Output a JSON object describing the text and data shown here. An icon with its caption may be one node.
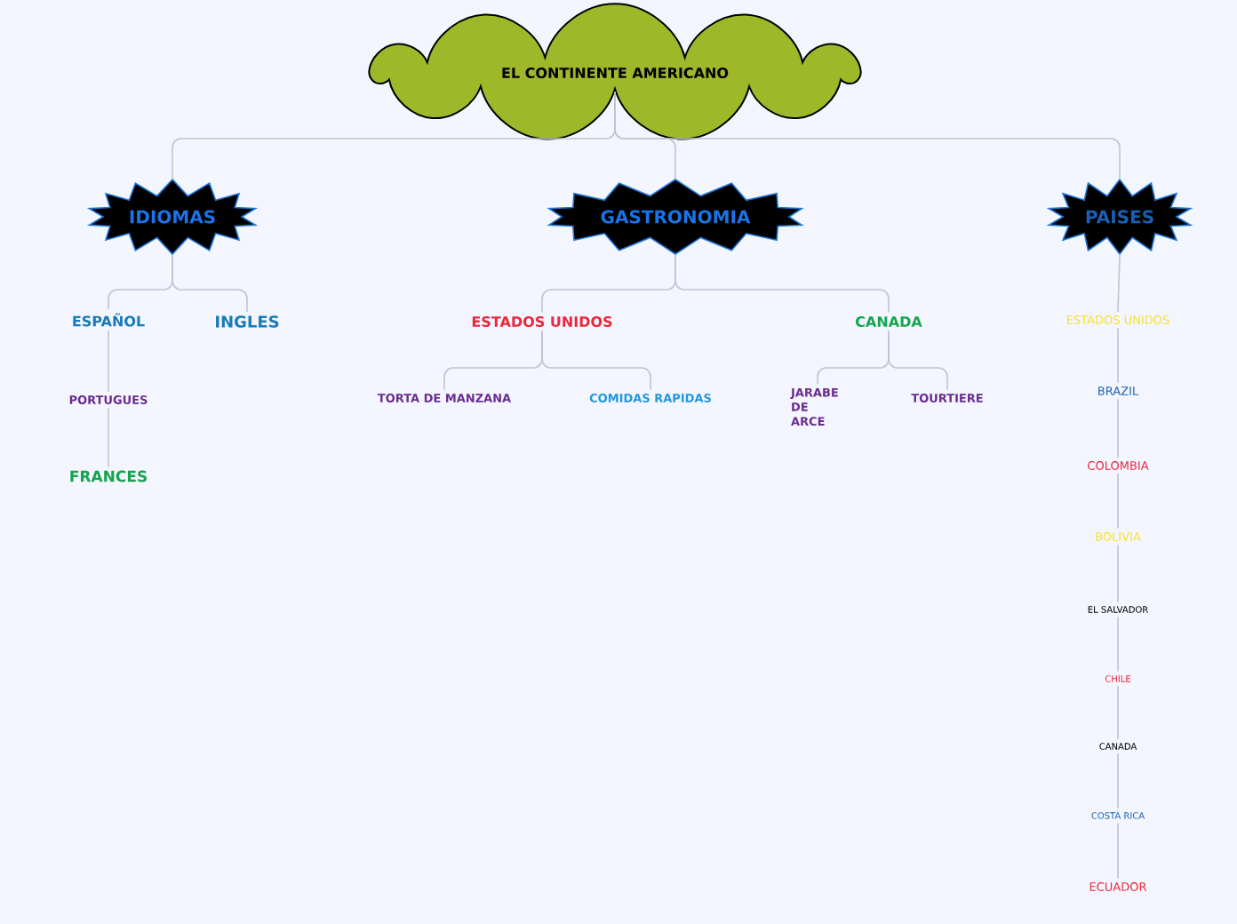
{
  "diagram": {
    "nodes": [
      {
        "text": [
          "EL CONTINENTE AMERICANO"
        ]
      },
      {
        "text": [
          "IDIOMAS"
        ]
      },
      {
        "text": [
          "GASTRONOMIA"
        ]
      },
      {
        "text": [
          "PAISES"
        ]
      },
      {
        "text": [
          "ESPAÑOL"
        ]
      },
      {
        "text": [
          "INGLES"
        ]
      },
      {
        "text": [
          "PORTUGUES"
        ]
      },
      {
        "text": [
          "FRANCES"
        ]
      },
      {
        "text": [
          "ESTADOS UNIDOS"
        ]
      },
      {
        "text": [
          "CANADA"
        ]
      },
      {
        "text": [
          "TORTA DE MANZANA"
        ]
      },
      {
        "text": [
          "COMIDAS RAPIDAS"
        ]
      },
      {
        "text": [
          "JARABE DE ARCE"
        ]
      },
      {
        "text": [
          "TOURTIERE"
        ]
      },
      {
        "text": [
          "ESTADOS UNIDOS"
        ]
      },
      {
        "text": [
          "BRAZIL"
        ]
      },
      {
        "text": [
          "COLOMBIA"
        ]
      },
      {
        "text": [
          "BOLIVIA"
        ]
      },
      {
        "text": [
          "EL SALVADOR"
        ]
      },
      {
        "text": [
          "CHILE"
        ]
      },
      {
        "text": [
          "CANADA"
        ]
      },
      {
        "text": [
          "COSTA RICA"
        ]
      },
      {
        "text": [
          "ECUADOR"
        ]
      }
    ],
    "edges": [
      {
        "from": 0,
        "to": 1,
        "arrow": "none"
      },
      {
        "from": 0,
        "to": 2,
        "arrow": "none"
      },
      {
        "from": 0,
        "to": 3,
        "arrow": "none"
      },
      {
        "from": 1,
        "to": 4,
        "arrow": "none"
      },
      {
        "from": 1,
        "to": 5,
        "arrow": "none"
      },
      {
        "from": 4,
        "to": 6,
        "arrow": "none"
      },
      {
        "from": 6,
        "to": 7,
        "arrow": "none"
      },
      {
        "from": 2,
        "to": 8,
        "arrow": "none"
      },
      {
        "from": 2,
        "to": 9,
        "arrow": "none"
      },
      {
        "from": 8,
        "to": 10,
        "arrow": "none"
      },
      {
        "from": 8,
        "to": 11,
        "arrow": "none"
      },
      {
        "from": 9,
        "to": 12,
        "arrow": "none"
      },
      {
        "from": 9,
        "to": 13,
        "arrow": "none"
      },
      {
        "from": 3,
        "to": 14,
        "arrow": "none"
      },
      {
        "from": 14,
        "to": 15,
        "arrow": "none"
      },
      {
        "from": 15,
        "to": 16,
        "arrow": "none"
      },
      {
        "from": 16,
        "to": 17,
        "arrow": "none"
      },
      {
        "from": 17,
        "to": 18,
        "arrow": "none"
      },
      {
        "from": 18,
        "to": 19,
        "arrow": "none"
      },
      {
        "from": 19,
        "to": 20,
        "arrow": "none"
      },
      {
        "from": 20,
        "to": 21,
        "arrow": "none"
      },
      {
        "from": 21,
        "to": 22,
        "arrow": "none"
      }
    ]
  }
}
